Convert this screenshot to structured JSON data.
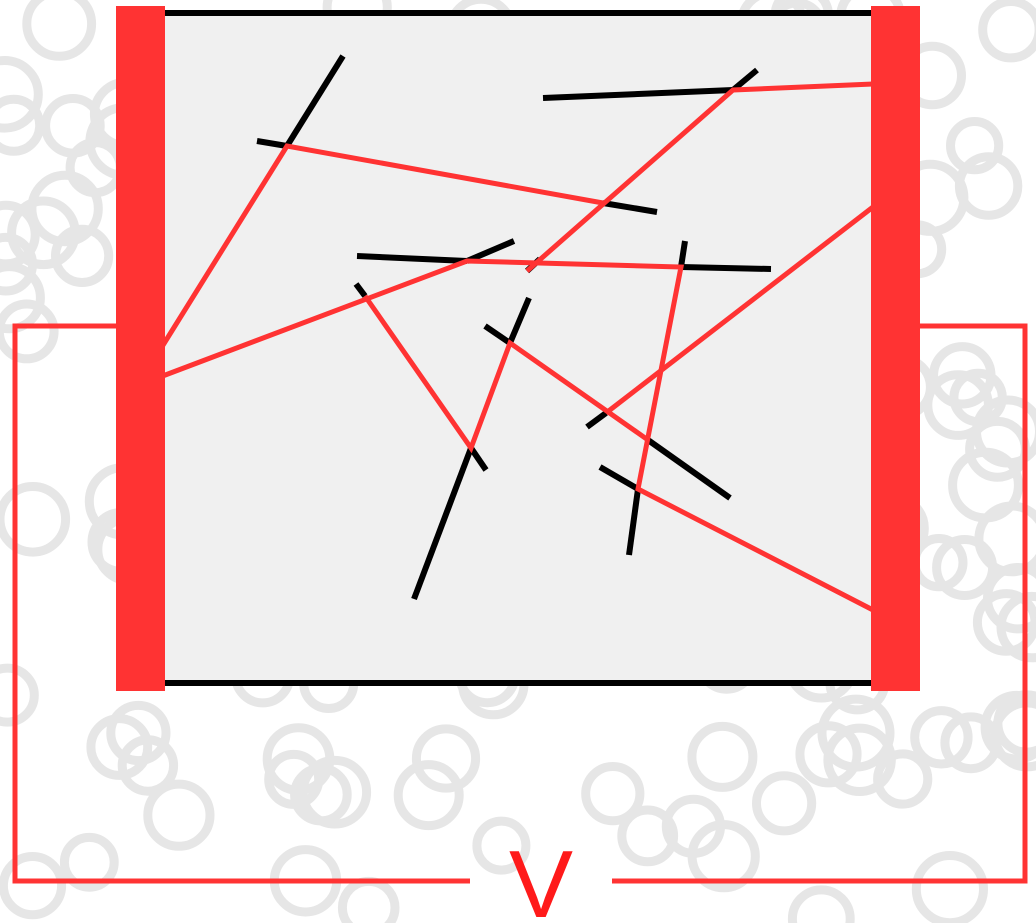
{
  "circuit": {
    "voltage_label": "V"
  },
  "colors": {
    "electrode": "#ff3333",
    "conductive_path": "#ff3333",
    "wire": "#ff3333",
    "voltage_label": "#ff1a1a",
    "nanowire": "#000000",
    "substrate_fill": "#f0f0f0",
    "substrate_border": "#000000",
    "background_pattern": "#e6e6e6"
  },
  "icons": {
    "background": "ring-pattern",
    "nanowire": "black-rod",
    "electrode": "red-bar"
  }
}
